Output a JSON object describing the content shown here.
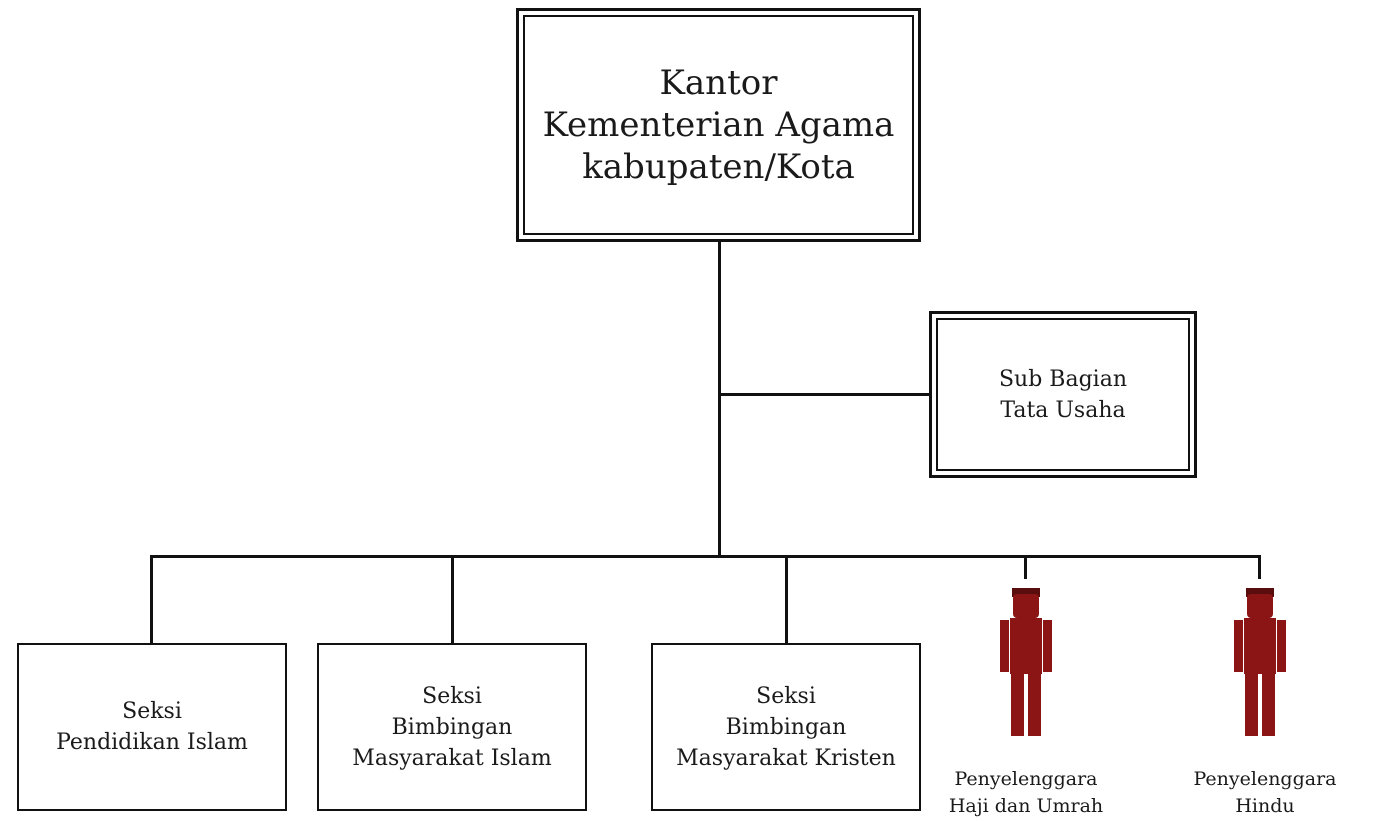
{
  "head": {
    "lines": [
      "Kantor",
      "Kementerian Agama",
      "kabupaten/Kota"
    ]
  },
  "staff": {
    "lines": [
      "Sub Bagian",
      "Tata Usaha"
    ]
  },
  "sections": [
    {
      "lines": [
        "Seksi",
        "Pendidikan Islam"
      ]
    },
    {
      "lines": [
        "Seksi",
        "Bimbingan",
        "Masyarakat Islam"
      ]
    },
    {
      "lines": [
        "Seksi",
        "Bimbingan",
        "Masyarakat Kristen"
      ]
    }
  ],
  "persons": [
    {
      "lines": [
        "Penyelenggara",
        "Haji dan Umrah"
      ],
      "icon": "person-icon"
    },
    {
      "lines": [
        "Penyelenggara",
        "Hindu"
      ],
      "icon": "person-icon"
    }
  ],
  "colors": {
    "person_body": "#8b1414",
    "person_head": "#6e1010",
    "line": "#111111"
  }
}
